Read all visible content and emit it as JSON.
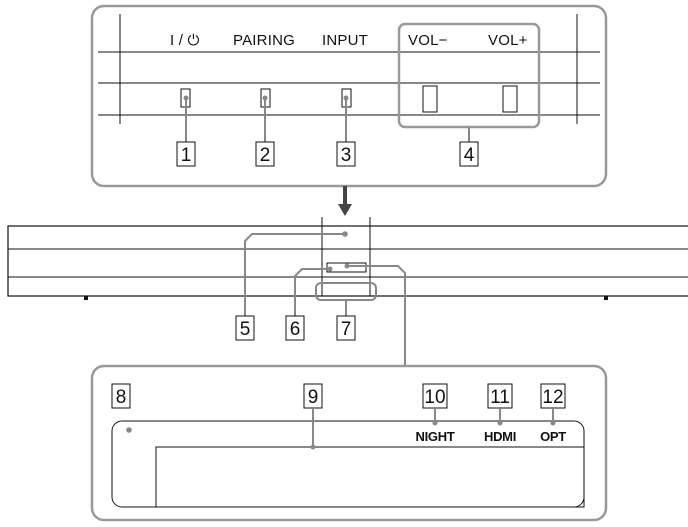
{
  "top_panel": {
    "buttons": [
      {
        "label": "I / ⏻",
        "callout": "1",
        "icon": "power-icon"
      },
      {
        "label": "PAIRING",
        "callout": "2"
      },
      {
        "label": "INPUT",
        "callout": "3"
      },
      {
        "label": "VOL−",
        "callout": "4"
      },
      {
        "label": "VOL+",
        "callout": "4"
      }
    ],
    "volume_group_callout": "4"
  },
  "soundbar": {
    "callouts": [
      "5",
      "6",
      "7"
    ]
  },
  "display_panel": {
    "callouts": [
      "8",
      "9"
    ],
    "indicators": [
      {
        "label": "NIGHT",
        "callout": "10"
      },
      {
        "label": "HDMI",
        "callout": "11"
      },
      {
        "label": "OPT",
        "callout": "12"
      }
    ]
  },
  "colors": {
    "outline": "#111111",
    "panel_border": "#999999",
    "arrow": "#444444",
    "callout_line": "#888888"
  }
}
